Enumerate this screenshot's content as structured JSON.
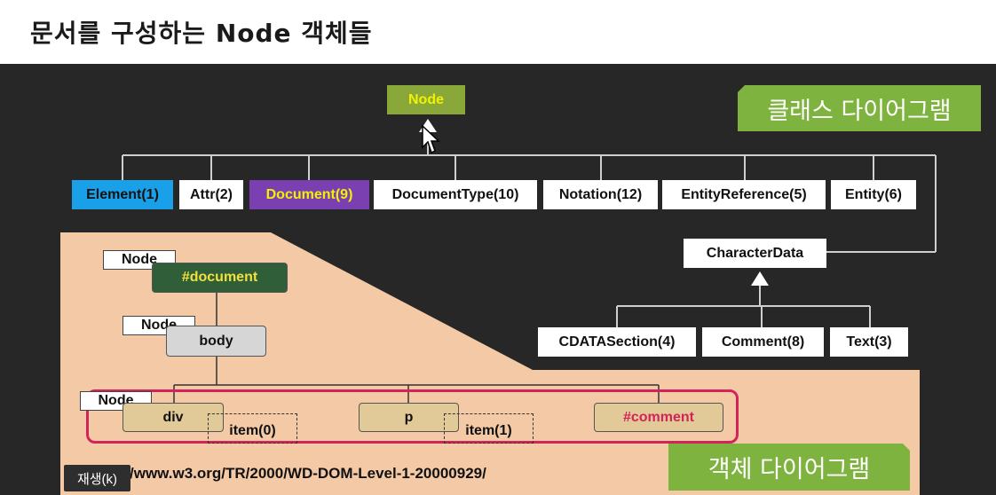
{
  "page": {
    "title": "문서를 구성하는 Node 객체들"
  },
  "class_diagram": {
    "label": "클래스 다이어그램",
    "root": "Node",
    "children": [
      "Element(1)",
      "Attr(2)",
      "Document(9)",
      "DocumentType(10)",
      "Notation(12)",
      "EntityReference(5)",
      "Entity(6)"
    ],
    "character_data": "CharacterData",
    "character_children": [
      "CDATASection(4)",
      "Comment(8)",
      "Text(3)"
    ]
  },
  "object_diagram": {
    "label": "객체 다이어그램",
    "node_tag": "Node",
    "document": "#document",
    "body": "body",
    "div": "div",
    "p": "p",
    "comment": "#comment",
    "item0": "item(0)",
    "item1": "item(1)",
    "source": "/www.w3.org/TR/2000/WD-DOM-Level-1-20000929/"
  },
  "player": {
    "replay_label": "재생(k)"
  },
  "colors": {
    "element": "#1aa0e8",
    "document": "#7a3fb0",
    "node_green": "#8aa83a",
    "label_green": "#7fb33f",
    "peach": "#f3c9a6",
    "highlight": "#d4235a"
  }
}
